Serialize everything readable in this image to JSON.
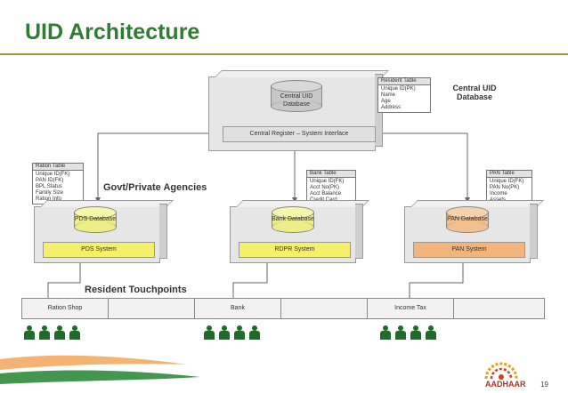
{
  "title": "UID Architecture",
  "page_number": "19",
  "logo": {
    "text": "AADHAAR"
  },
  "central": {
    "db_label": "Central UID Database",
    "register_label": "Central Register – System Interface",
    "title_label": "Central UID Database",
    "resident_table": {
      "header": "Resident Table",
      "rows": [
        "Unique ID(PK)",
        "Name",
        "Age",
        "Address"
      ]
    }
  },
  "section_labels": {
    "agencies": "Govt/Private Agencies",
    "touchpoints": "Resident Touchpoints"
  },
  "agencies": [
    {
      "db_label": "PDS Database",
      "system_label": "PDS System",
      "system_color": "#f4f06a",
      "db_color": "#eeee88",
      "table": {
        "header": "Ration Table",
        "rows": [
          "Unique ID(FK)",
          "PAN ID(FK)",
          "BPL Status",
          "Family Size",
          "Ration Info"
        ]
      }
    },
    {
      "db_label": "Bank Database",
      "system_label": "RDPR System",
      "system_color": "#f4f06a",
      "db_color": "#eeee88",
      "table": {
        "header": "Bank Table",
        "rows": [
          "Unique ID(FK)",
          "Acct No(PK)",
          "Acct Balance",
          "Credit Card"
        ]
      }
    },
    {
      "db_label": "PAN Database",
      "system_label": "PAN System",
      "system_color": "#f2b47a",
      "db_color": "#f2c08e",
      "table": {
        "header": "PAN Table",
        "rows": [
          "Unique ID(FK)",
          "PAN No(PK)",
          "Income",
          "Assets"
        ]
      }
    }
  ],
  "touchpoints": [
    "Ration Shop",
    "",
    "Bank",
    "",
    "Income Tax",
    ""
  ]
}
